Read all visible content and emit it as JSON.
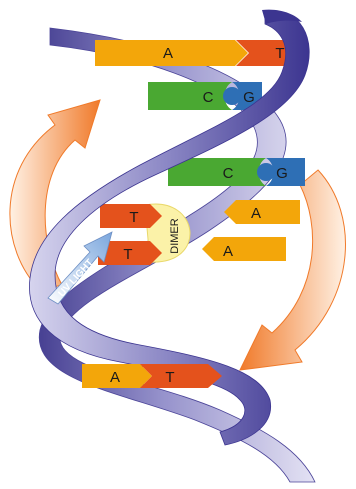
{
  "labels": {
    "top_A": "A",
    "top_T": "T",
    "row2_C": "C",
    "row2_G": "G",
    "row3_C": "C",
    "row3_G": "G",
    "right_A1": "A",
    "right_A2": "A",
    "left_T1": "T",
    "left_T2": "T",
    "dimer": "DIMER",
    "uv_light": "UV LIGHT",
    "bottom_A": "A",
    "bottom_T": "T"
  },
  "colors": {
    "strand_fill": "#8a86c4",
    "strand_dark": "#3c3590",
    "strand_light": "#d6d4ee",
    "adenine": "#f3a60a",
    "thymine": "#e4521c",
    "cytosine": "#4aa832",
    "guanine": "#2e6fb5",
    "dimer": "#fbf2a8",
    "arrow_orange": "#f28a3c",
    "arrow_light": "#fde0c8",
    "uv_arrow": "#8fb3e0"
  }
}
